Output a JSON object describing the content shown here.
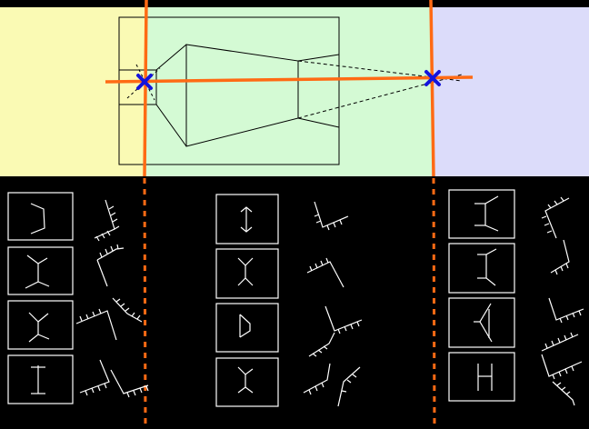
{
  "colors": {
    "background": "#000000",
    "zone_left": "#fafab4",
    "zone_middle": "#d4fad4",
    "zone_right": "#dcdcfa",
    "room_line": "#000000",
    "sightline": "#ff6a14",
    "marker": "#1414dc",
    "glyph_stroke": "#ffffff"
  },
  "top_panel": {
    "zones": [
      "left",
      "middle",
      "right"
    ],
    "markers": [
      "left-vanishing-point-marker",
      "right-vanishing-point-marker"
    ]
  },
  "groups": [
    {
      "name": "left-column",
      "rows": [
        {
          "boxed_glyph": "bracket-right-wall",
          "corner_glyphs": [
            "hatched-corner-down-left"
          ]
        },
        {
          "boxed_glyph": "column-left-lean",
          "corner_glyphs": [
            "hatched-corner-up-left"
          ]
        },
        {
          "boxed_glyph": "column-forked",
          "corner_glyphs": [
            "hatched-corner-up",
            "hatched-corner-down-right"
          ]
        },
        {
          "boxed_glyph": "column-straight",
          "corner_glyphs": [
            "hatched-corner-up-right",
            "hatched-corner-down"
          ]
        }
      ]
    },
    {
      "name": "middle-column",
      "rows": [
        {
          "boxed_glyph": "double-arrow",
          "corner_glyphs": [
            "hatched-corner-down-right"
          ]
        },
        {
          "boxed_glyph": "column-pinched",
          "corner_glyphs": [
            "hatched-corner-up-right"
          ]
        },
        {
          "boxed_glyph": "column-bulged",
          "corner_glyphs": [
            "hatched-corner-up",
            "hatched-corner-down"
          ]
        },
        {
          "boxed_glyph": "column-narrow",
          "corner_glyphs": [
            "hatched-corner-up-right",
            "hatched-corner-down-left"
          ]
        }
      ]
    },
    {
      "name": "right-column",
      "rows": [
        {
          "boxed_glyph": "bracket-left-wall",
          "corner_glyphs": [
            "hatched-corner-down-left"
          ]
        },
        {
          "boxed_glyph": "column-right-lean",
          "corner_glyphs": [
            "hatched-corner-up-right"
          ]
        },
        {
          "boxed_glyph": "column-wedge",
          "corner_glyphs": [
            "hatched-corner-up",
            "hatched-corner-down"
          ]
        },
        {
          "boxed_glyph": "column-split",
          "corner_glyphs": [
            "hatched-corner-up-left",
            "hatched-corner-down-right"
          ]
        }
      ]
    }
  ]
}
